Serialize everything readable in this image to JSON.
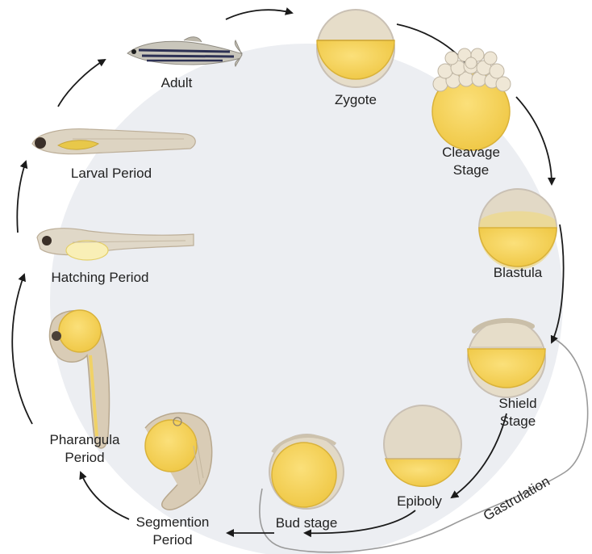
{
  "diagram": {
    "stages": [
      {
        "id": "adult",
        "label": "Adult"
      },
      {
        "id": "zygote",
        "label": "Zygote"
      },
      {
        "id": "cleavage",
        "label": "Cleavage\nStage"
      },
      {
        "id": "blastula",
        "label": "Blastula"
      },
      {
        "id": "shield",
        "label": "Shield Stage"
      },
      {
        "id": "epiboly",
        "label": "Epiboly"
      },
      {
        "id": "bud",
        "label": "Bud stage"
      },
      {
        "id": "segmention",
        "label": "Segmention\nPeriod"
      },
      {
        "id": "pharangula",
        "label": "Pharangula\nPeriod"
      },
      {
        "id": "hatching",
        "label": "Hatching Period"
      },
      {
        "id": "larval",
        "label": "Larval Period"
      }
    ],
    "bracket_label": "Gastrulation",
    "colors": {
      "background_circle": "#eceef2",
      "yolk": "#f6d257",
      "yolk_edge": "#d9b23a",
      "cell_cap": "#e2d9c6",
      "membrane": "#c9c0b4",
      "embryo_body": "#d9ccb6",
      "arrow": "#1a1a1a",
      "bracket": "#9a9a9a",
      "text": "#222222"
    }
  }
}
